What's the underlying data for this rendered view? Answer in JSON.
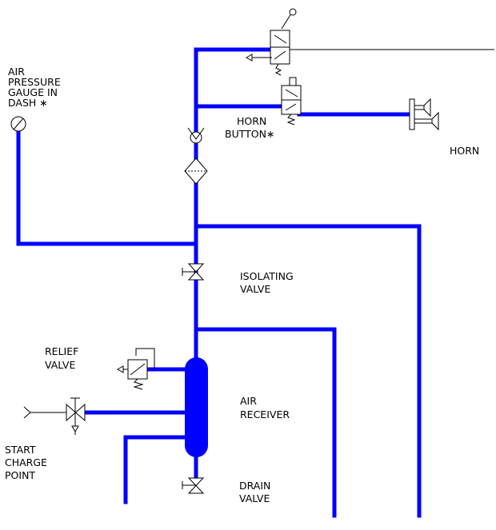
{
  "labels": {
    "gauge": [
      "AIR",
      "PRESSURE",
      "GAUGE IN",
      "DASH ∗"
    ],
    "horn_button": [
      "HORN",
      "BUTTON∗"
    ],
    "horn": [
      "HORN"
    ],
    "isolating_valve": [
      "ISOLATING",
      "VALVE"
    ],
    "relief_valve": [
      "RELIEF",
      "VALVE"
    ],
    "air_receiver": [
      "AIR",
      "RECEIVER"
    ],
    "start_charge": [
      "START",
      "CHARGE",
      "POINT"
    ],
    "drain_valve": [
      "DRAIN",
      "VALVE"
    ]
  },
  "colors": {
    "pipe": "#0000ff",
    "symbol": "#000000",
    "receiver": "#0000ff"
  }
}
